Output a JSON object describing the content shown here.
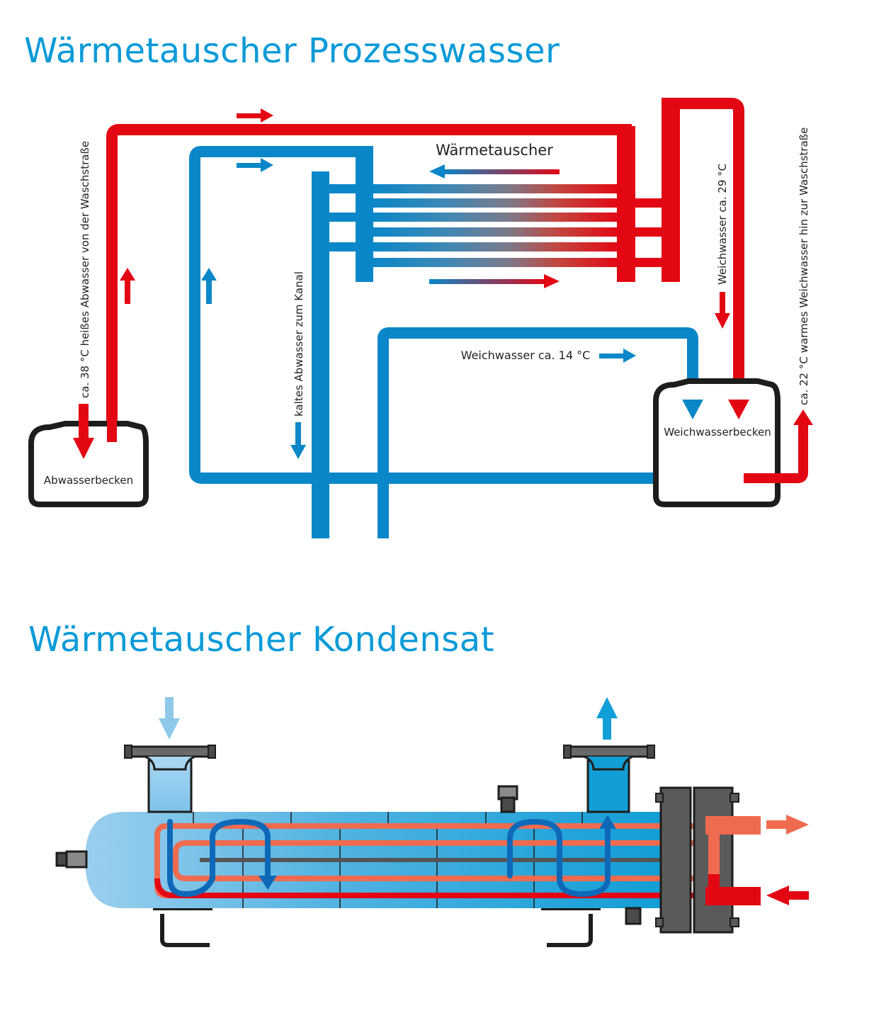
{
  "titles": {
    "process_water": "Wärmetauscher Prozesswasser",
    "condensate": "Wärmetauscher Kondensat"
  },
  "labels": {
    "heat_exchanger": "Wärmetauscher",
    "hot_waste_water": "ca. 38 °C heißes Abwasser von der Waschstraße",
    "cold_waste_water": "kaltes Abwasser zum Kanal",
    "soft_water_29": "Weichwasser  ca. 29 °C",
    "warm_soft_water": "ca. 22 °C warmes Weichwasser hin zur Waschstraße",
    "soft_water_14": "Weichwasser  ca. 14 °C",
    "waste_basin": "Abwasserbecken",
    "soft_water_basin": "Weichwasserbecken"
  },
  "colors": {
    "hot": "#e30613",
    "cold": "#0a87c8",
    "title": "#0a9ad8",
    "tank_outline": "#1d1d1b",
    "shell": "#8fc9ea",
    "condensate_tube": "#ef6b50"
  }
}
